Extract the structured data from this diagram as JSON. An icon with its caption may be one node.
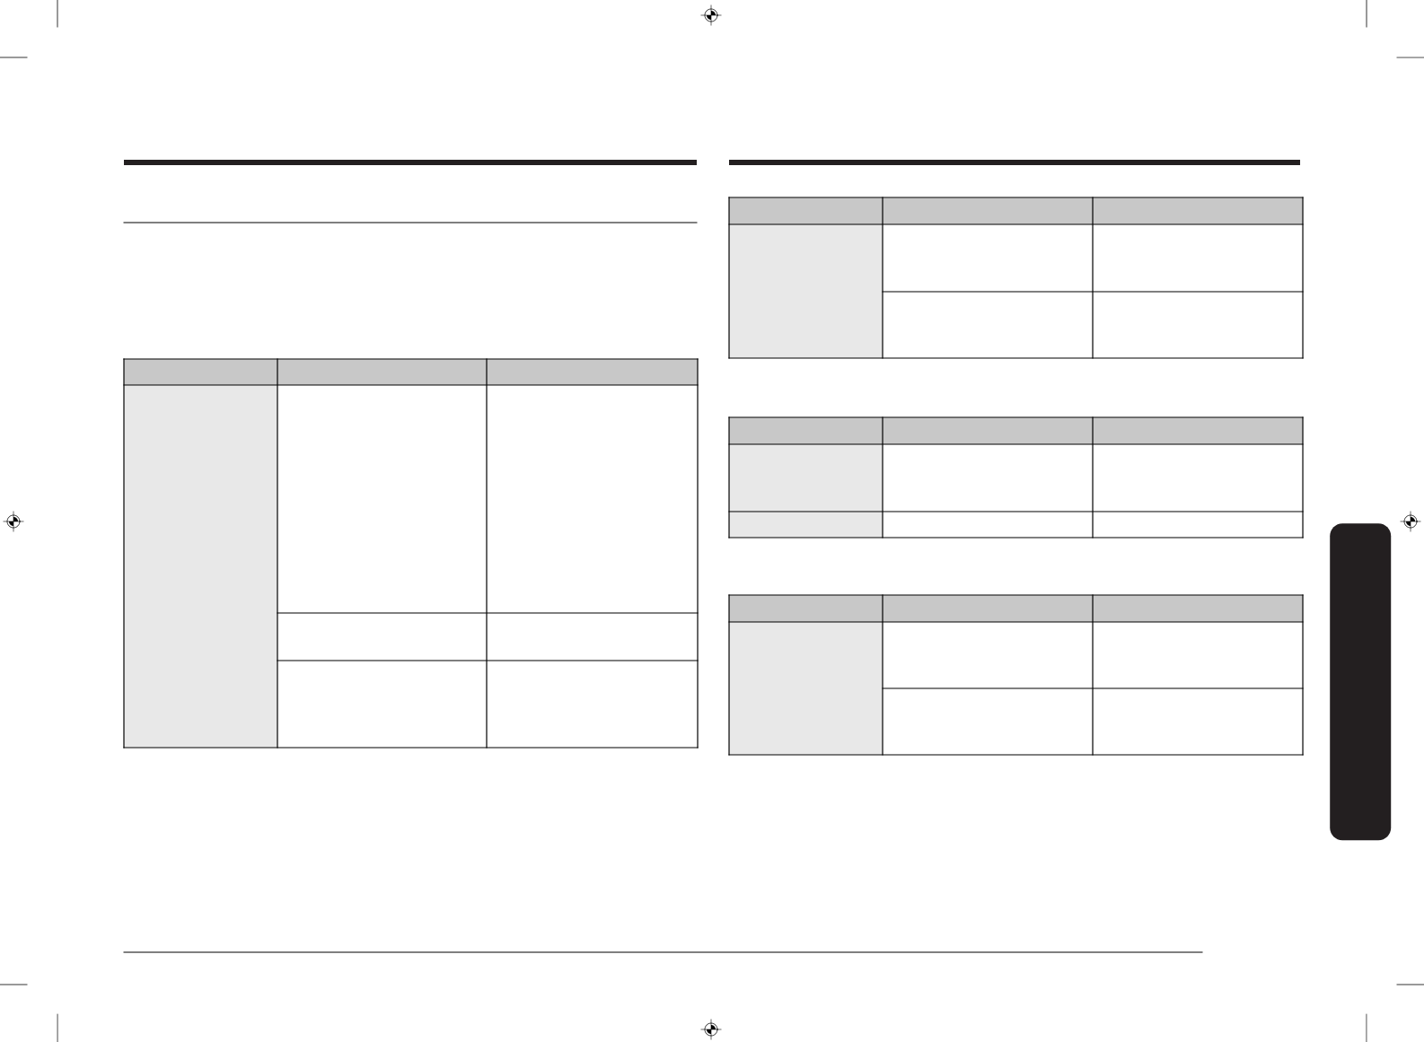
{
  "diagram": {
    "nodes": [
      {
        "text": [],
        "shape": "table"
      },
      {
        "text": [],
        "shape": "table"
      },
      {
        "text": [],
        "shape": "table"
      },
      {
        "text": [],
        "shape": "table"
      },
      {
        "text": [],
        "shape": "box"
      }
    ]
  }
}
